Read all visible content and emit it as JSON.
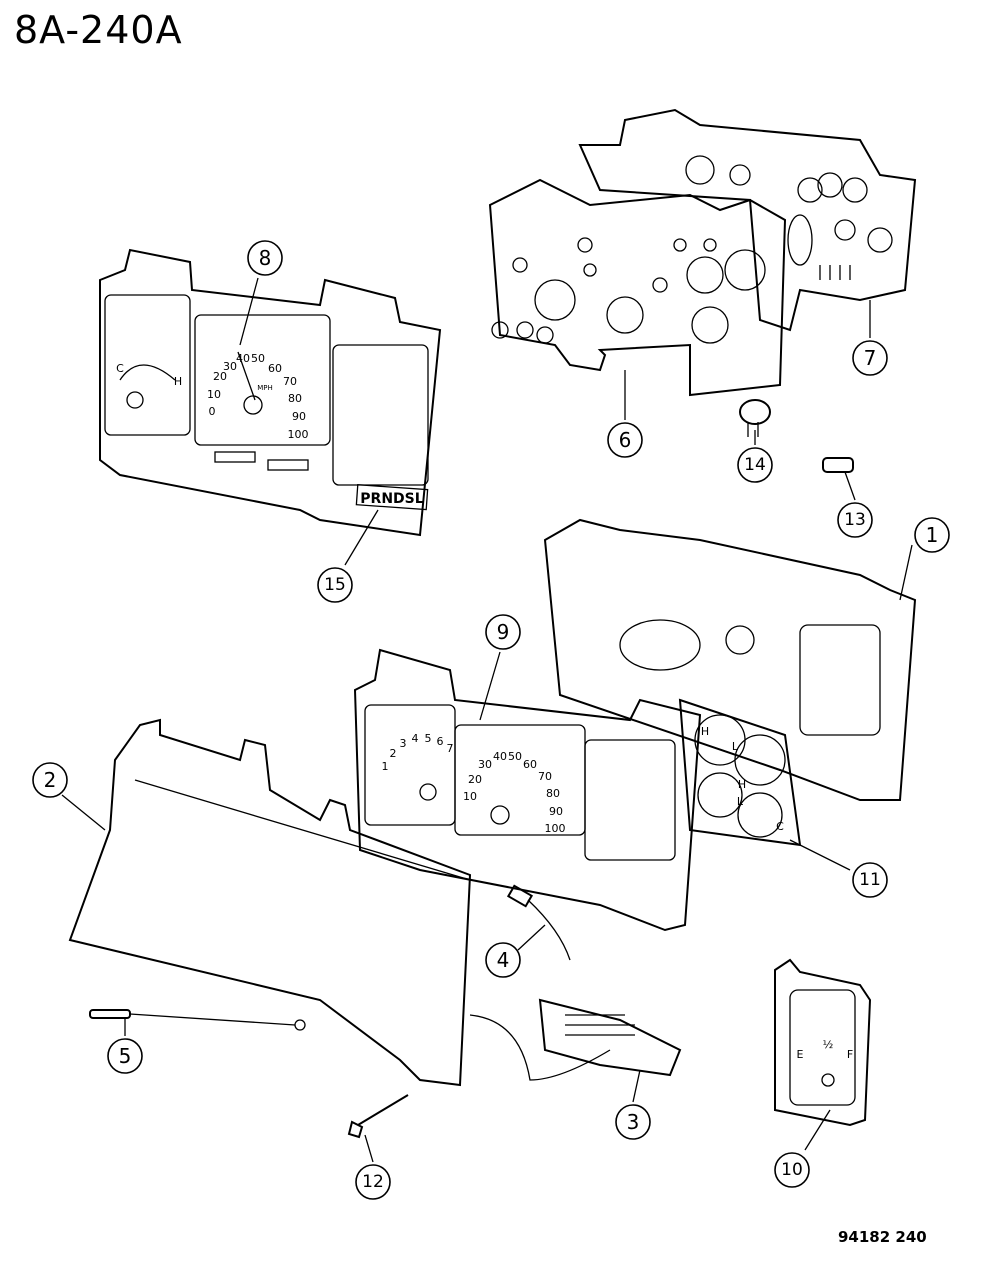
{
  "header": {
    "code": "8A-240A"
  },
  "footer": {
    "code": "94182 240"
  },
  "callouts": [
    "1",
    "2",
    "3",
    "4",
    "5",
    "6",
    "7",
    "8",
    "9",
    "10",
    "11",
    "12",
    "13",
    "14",
    "15"
  ],
  "cluster_8": {
    "speedometer_labels": [
      "0",
      "10",
      "20",
      "30",
      "40",
      "50",
      "60",
      "70",
      "80",
      "90",
      "100"
    ],
    "speed_unit": "MPH",
    "temp_labels": [
      "C",
      "H"
    ],
    "gear_indicator": "PRNDSL"
  },
  "cluster_9": {
    "tach_labels": [
      "1",
      "2",
      "3",
      "4",
      "5",
      "6",
      "7"
    ],
    "speedometer_labels": [
      "10",
      "20",
      "30",
      "40",
      "50",
      "60",
      "70",
      "80",
      "90",
      "100"
    ]
  },
  "gauge_10": {
    "labels": [
      "E",
      "½",
      "F"
    ]
  },
  "gauge_11": {
    "labels": [
      "H",
      "L",
      "H",
      "L",
      "C"
    ]
  }
}
